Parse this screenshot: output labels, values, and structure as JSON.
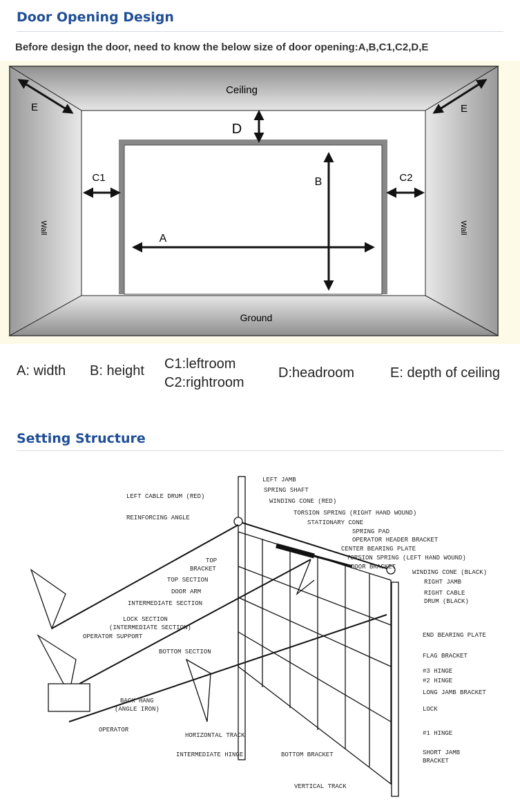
{
  "section1": {
    "title": "Door Opening Design",
    "intro": "Before design the door, need to  know the below size of door opening:A,B,C1,C2,D,E",
    "diagram": {
      "ceiling": "Ceiling",
      "ground": "Ground",
      "wall_left": "Wall",
      "wall_right": "Wall",
      "A": "A",
      "B": "B",
      "C1": "C1",
      "C2": "C2",
      "D": "D",
      "E_left": "E",
      "E_right": "E"
    },
    "legend": {
      "a": "A: width",
      "b": "B: height",
      "c1": "C1:leftroom",
      "c2": "C2:rightroom",
      "d": "D:headroom",
      "e": "E: depth of ceiling"
    }
  },
  "section2": {
    "title": "Setting Structure",
    "labels": {
      "left_jamb": "LEFT JAMB",
      "spring_shaft": "SPRING SHAFT",
      "left_cable_drum": "LEFT CABLE DRUM (RED)",
      "winding_cone_red": "WINDING CONE (RED)",
      "reinforcing_angle": "REINFORCING ANGLE",
      "torsion_spring_rh": "TORSION SPRING (RIGHT HAND WOUND)",
      "stationary_cone": "STATIONARY CONE",
      "spring_pad": "SPRING PAD",
      "operator_header_bracket": "OPERATOR HEADER BRACKET",
      "center_bearing_plate": "CENTER BEARING PLATE",
      "top_bracket_1": "TOP",
      "top_bracket_2": "BRACKET",
      "torsion_spring_lh": "TORSION SPRING (LEFT HAND WOUND)",
      "door_bracket": "DOOR BRACKET",
      "winding_cone_black": "WINDING CONE (BLACK)",
      "top_section": "TOP SECTION",
      "right_jamb": "RIGHT JAMB",
      "door_arm": "DOOR ARM",
      "right_cable_drum_1": "RIGHT CABLE",
      "right_cable_drum_2": "DRUM (BLACK)",
      "intermediate_section": "INTERMEDIATE SECTION",
      "lock_section_1": "LOCK SECTION",
      "lock_section_2": "(INTERMEDIATE SECTION)",
      "operator_support": "OPERATOR SUPPORT",
      "end_bearing_plate": "END BEARING PLATE",
      "bottom_section": "BOTTOM SECTION",
      "flag_bracket": "FLAG BRACKET",
      "hinge_3": "#3 HINGE",
      "hinge_2": "#2 HINGE",
      "back_hang_1": "BACK HANG",
      "back_hang_2": "(ANGLE IRON)",
      "long_jamb_bracket": "LONG JAMB BRACKET",
      "lock": "LOCK",
      "operator": "OPERATOR",
      "horizontal_track": "HORIZONTAL TRACK",
      "hinge_1": "#1 HINGE",
      "intermediate_hinge": "INTERMEDIATE HINGE",
      "bottom_bracket": "BOTTOM BRACKET",
      "short_jamb_bracket_1": "SHORT JAMB",
      "short_jamb_bracket_2": "BRACKET",
      "vertical_track": "VERTICAL TRACK"
    }
  }
}
